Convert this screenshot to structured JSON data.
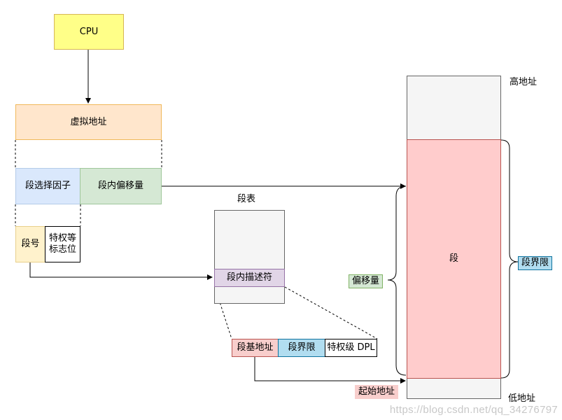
{
  "cpu": "CPU",
  "virtual_address": "虚拟地址",
  "segment_selector": "段选择因子",
  "segment_offset": "段内偏移量",
  "segment_number": "段号",
  "privilege_flags": "特权等\n标志位",
  "segment_table_title": "段表",
  "segment_descriptor": "段内描述符",
  "descriptor_fields": {
    "base": "段基地址",
    "limit": "段界限",
    "dpl": "特权级 DPL"
  },
  "memory": {
    "high_address": "高地址",
    "low_address": "低地址",
    "segment": "段",
    "offset_label": "偏移量",
    "limit_label": "段界限",
    "start_address": "起始地址"
  },
  "watermark": "https://blog.csdn.net/qq_34276797",
  "colors": {
    "cpu_fill": "#ffff88",
    "virtual_fill": "#ffe6cc",
    "selector_fill": "#dae8fc",
    "offset_fill": "#d5e8d4",
    "number_fill": "#fff2cc",
    "descriptor_fill": "#e1d5e7",
    "segment_fill": "#ffcccc",
    "table_fill": "#f5f5f5"
  }
}
